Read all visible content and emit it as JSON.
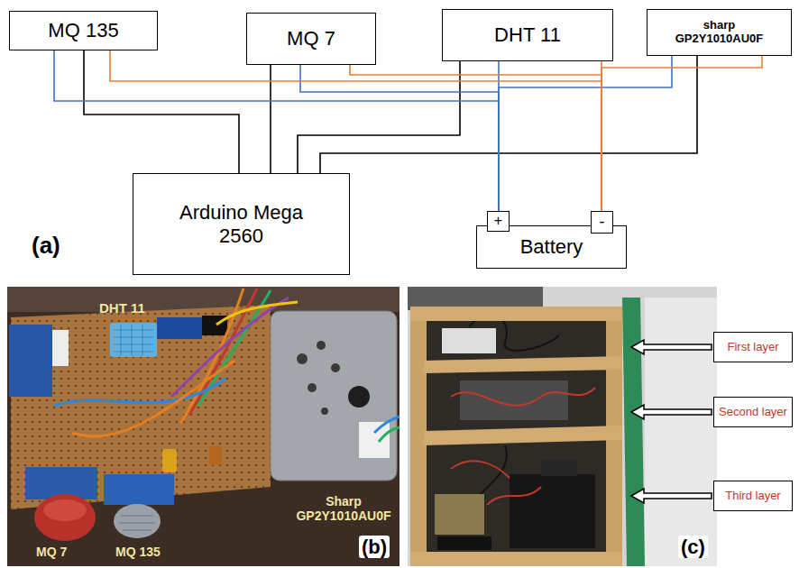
{
  "diagram": {
    "nodes": [
      {
        "text": [
          "MQ 135"
        ]
      },
      {
        "text": [
          "MQ 7"
        ]
      },
      {
        "text": [
          "DHT 11"
        ]
      },
      {
        "text": [
          "sharp GP2Y1010AU0F"
        ]
      },
      {
        "text": [
          "Arduino Mega 2560"
        ]
      },
      {
        "text": [
          "Battery"
        ]
      },
      {
        "text": [
          "+"
        ],
        "in": 5
      },
      {
        "text": [
          "-"
        ],
        "in": 5
      },
      {
        "text": [
          "First layer"
        ]
      },
      {
        "text": [
          "Second layer"
        ]
      },
      {
        "text": [
          "Third layer"
        ]
      }
    ],
    "edges": [
      {
        "from": 0,
        "to": 4,
        "arrow": "none"
      },
      {
        "from": 1,
        "to": 4,
        "arrow": "none"
      },
      {
        "from": 2,
        "to": 4,
        "arrow": "none"
      },
      {
        "from": 3,
        "to": 4,
        "arrow": "none"
      },
      {
        "from": 0,
        "to": 6,
        "arrow": "none"
      },
      {
        "from": 1,
        "to": 6,
        "arrow": "none"
      },
      {
        "from": 2,
        "to": 6,
        "arrow": "none"
      },
      {
        "from": 3,
        "to": 6,
        "arrow": "none"
      },
      {
        "from": 0,
        "to": 7,
        "arrow": "none"
      },
      {
        "from": 1,
        "to": 7,
        "arrow": "none"
      },
      {
        "from": 2,
        "to": 7,
        "arrow": "none"
      },
      {
        "from": 3,
        "to": 7,
        "arrow": "none"
      }
    ],
    "labels": [
      "(a)",
      "DHT 11",
      "MQ 7",
      "MQ 135",
      "Sharp GP2Y1010AU0F",
      "(b)",
      "(c)"
    ]
  }
}
